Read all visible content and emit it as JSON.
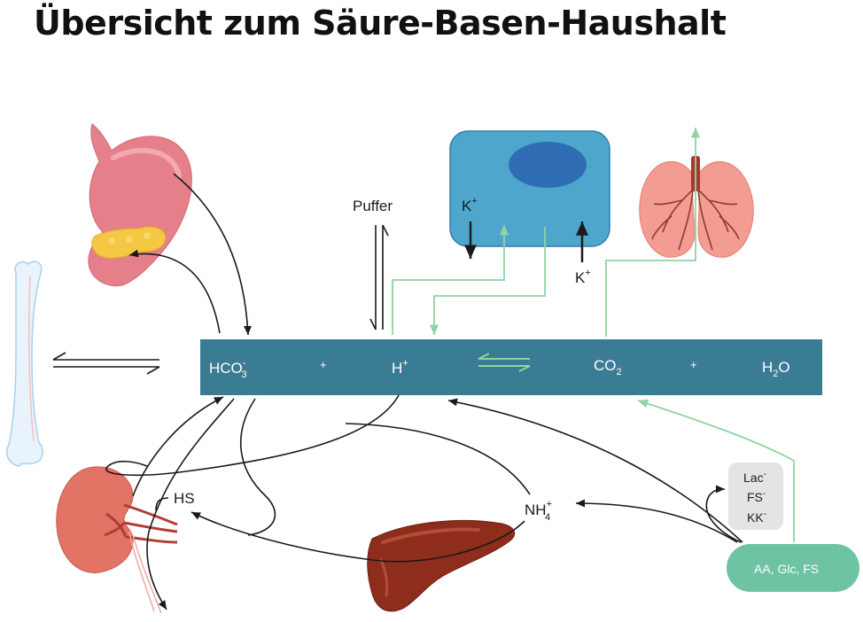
{
  "title": "Übersicht zum Säure-Basen-Haushalt",
  "equation": {
    "hco3": {
      "base": "HCO",
      "sub": "3",
      "sup": "-"
    },
    "plus1": "+",
    "h": {
      "base": "H",
      "sup": "+"
    },
    "co2": {
      "base": "CO",
      "sub": "2"
    },
    "plus2": "+",
    "h2o": {
      "base": "H",
      "sub": "2",
      "tail": "O"
    }
  },
  "labels": {
    "puffer": "Puffer",
    "k_in": {
      "base": "K",
      "sup": "+"
    },
    "k_out": {
      "base": "K",
      "sup": "+"
    },
    "hs": "HS",
    "nh4": {
      "base": "NH",
      "sub": "4",
      "sup": "+"
    },
    "lac": {
      "base": "Lac",
      "sup": "-"
    },
    "fs": {
      "base": "FS",
      "sup": "-"
    },
    "kk": {
      "base": "KK",
      "sup": "-"
    },
    "substrates": "AA, Glc, FS"
  },
  "organs": [
    "stomach-pancreas",
    "bone",
    "cell",
    "lungs",
    "kidney",
    "liver"
  ],
  "colors": {
    "bar": "#3a7c93",
    "green_arrow": "#8fd4a3",
    "pill": "#6dc3a2",
    "gray_box": "#e4e4e4",
    "cell": "#4fa6cc",
    "nucleus": "#2f6db5",
    "liver": "#8e2d1c",
    "kidney": "#e27466",
    "stomach": "#e5808a",
    "pancreas": "#f4c842",
    "lung": "#f29c92"
  }
}
